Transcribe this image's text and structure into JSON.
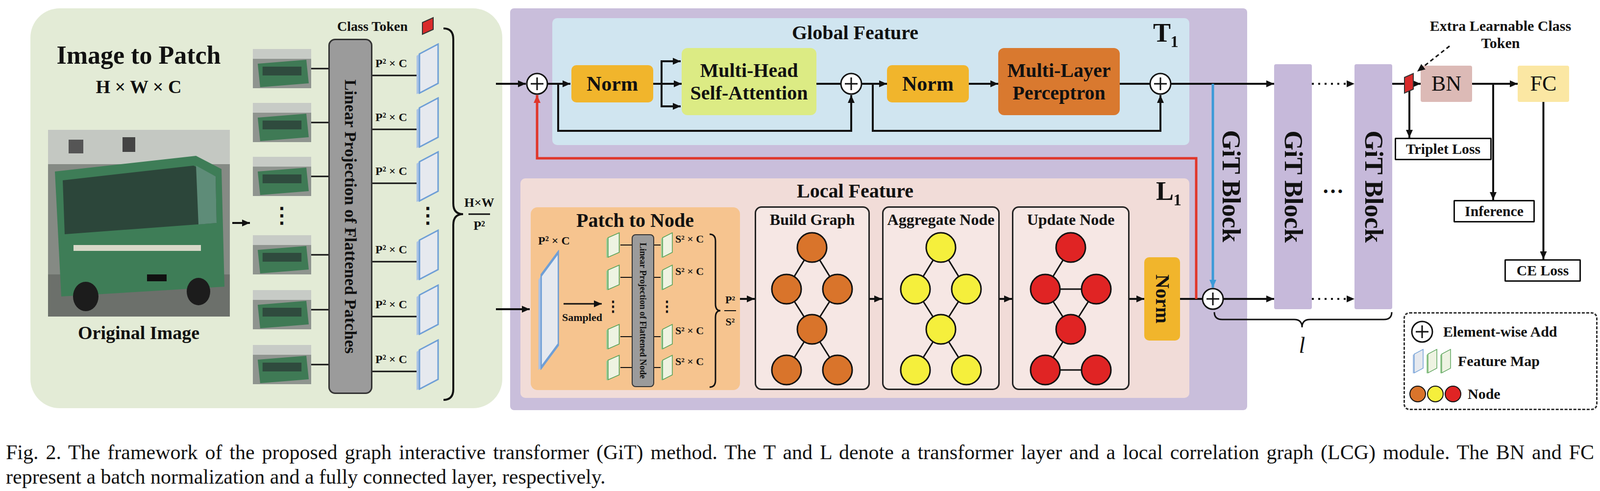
{
  "diagram": {
    "caption": "Fig. 2. The framework of the proposed graph interactive transformer (GiT) method. The T and L denote a transformer layer and a local correlation graph (LCG) module. The BN and FC represent a batch normalization and a fully connected layer, respectively.",
    "nodes": [
      {
        "text": [
          "Image to Patch"
        ]
      },
      {
        "text": [
          "Linear Projection of Flattened Patches"
        ],
        "in": 0
      },
      {
        "text": [
          "GiT Block"
        ]
      },
      {
        "text": [
          "Global Feature",
          "T₁"
        ],
        "in": 2
      },
      {
        "text": [
          "Norm"
        ],
        "in": 3
      },
      {
        "text": [
          "Multi-Head Self-Attention"
        ],
        "in": 3
      },
      {
        "text": [
          "Norm"
        ],
        "in": 3
      },
      {
        "text": [
          "Multi-Layer Perceptron"
        ],
        "in": 3
      },
      {
        "text": [
          "Local Feature",
          "L₁"
        ],
        "in": 2
      },
      {
        "text": [
          "Patch to Node"
        ],
        "in": 8
      },
      {
        "text": [
          "Linear Projection of Flattened Node"
        ],
        "in": 9
      },
      {
        "text": [
          "Build Graph"
        ],
        "in": 8
      },
      {
        "text": [
          "Aggregate Node"
        ],
        "in": 8
      },
      {
        "text": [
          "Update Node"
        ],
        "in": 8
      },
      {
        "text": [
          "Norm"
        ],
        "in": 8
      },
      {
        "text": [
          "GiT Block"
        ]
      },
      {
        "text": [
          "GiT Block"
        ]
      },
      {
        "text": [
          "BN"
        ]
      },
      {
        "text": [
          "FC"
        ]
      },
      {
        "text": [
          "Triplet Loss"
        ]
      },
      {
        "text": [
          "Inference"
        ]
      },
      {
        "text": [
          "CE Loss"
        ]
      }
    ],
    "edges": [
      {
        "from": 4,
        "to": 5,
        "arrow": "to"
      },
      {
        "from": 5,
        "to": 6,
        "arrow": "to"
      },
      {
        "from": 6,
        "to": 7,
        "arrow": "to"
      },
      {
        "from": 7,
        "to": 15,
        "arrow": "to"
      },
      {
        "from": 9,
        "to": 11,
        "arrow": "to"
      },
      {
        "from": 11,
        "to": 12,
        "arrow": "to"
      },
      {
        "from": 12,
        "to": 13,
        "arrow": "to"
      },
      {
        "from": 13,
        "to": 14,
        "arrow": "to"
      },
      {
        "from": 14,
        "to": 15,
        "arrow": "to"
      },
      {
        "from": 15,
        "to": 16,
        "arrow": "to"
      },
      {
        "from": 15,
        "to": 16,
        "arrow": "to"
      },
      {
        "from": 16,
        "to": 17,
        "arrow": "to"
      },
      {
        "from": 17,
        "to": 18,
        "arrow": "to"
      },
      {
        "from": 16,
        "to": 19,
        "arrow": "to"
      },
      {
        "from": 17,
        "to": 20,
        "arrow": "to"
      },
      {
        "from": 18,
        "to": 21,
        "arrow": "to"
      }
    ],
    "labels": [
      "Class Token",
      "H × W × C",
      "Original Image",
      "⋮",
      "P² × C",
      "P² × C",
      "P² × C",
      "P² × C",
      "P² × C",
      "P² × C",
      "⋮",
      "H×W",
      "P²",
      "P² × C",
      "Sampled",
      "⋮",
      "S² × C",
      "S² × C",
      "S² × C",
      "S² × C",
      "⋮",
      "P²",
      "S²",
      "…",
      "Extra Learnable Class Token",
      "l"
    ],
    "legend": [
      {
        "text": "Element-wise Add"
      },
      {
        "text": "Feature Map"
      },
      {
        "text": "Node"
      }
    ]
  }
}
